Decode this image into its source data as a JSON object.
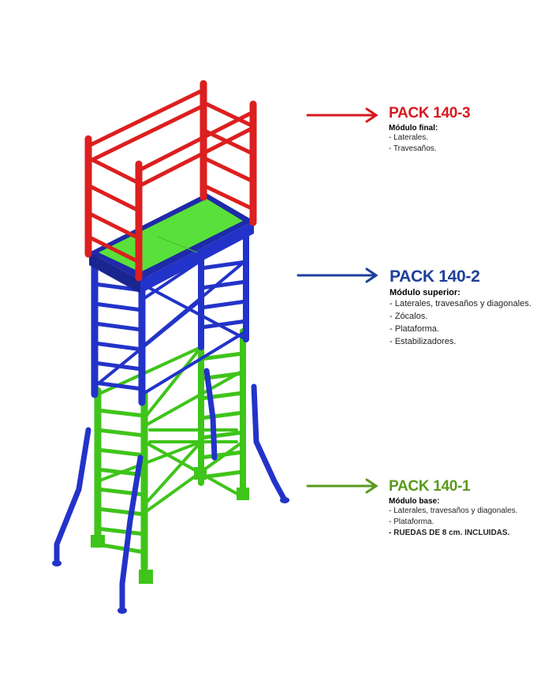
{
  "colors": {
    "red": "#d71920",
    "blue": "#1f3f9a",
    "green": "#5a9a1e"
  },
  "packs": [
    {
      "title": "PACK 140-3",
      "subtitle": "Módulo final:",
      "items": [
        "- Laterales.",
        "- Travesaños."
      ]
    },
    {
      "title": "PACK 140-2",
      "subtitle": "Módulo superior:",
      "items": [
        "- Laterales, travesaños y diagonales.",
        "- Zócalos.",
        "- Plataforma.",
        "- Estabilizadores."
      ]
    },
    {
      "title": "PACK 140-1",
      "subtitle": "Módulo base:",
      "items": [
        "- Laterales, travesaños y diagonales.",
        "- Plataforma.",
        "- RUEDAS DE 8 cm. INCLUIDAS."
      ]
    }
  ]
}
